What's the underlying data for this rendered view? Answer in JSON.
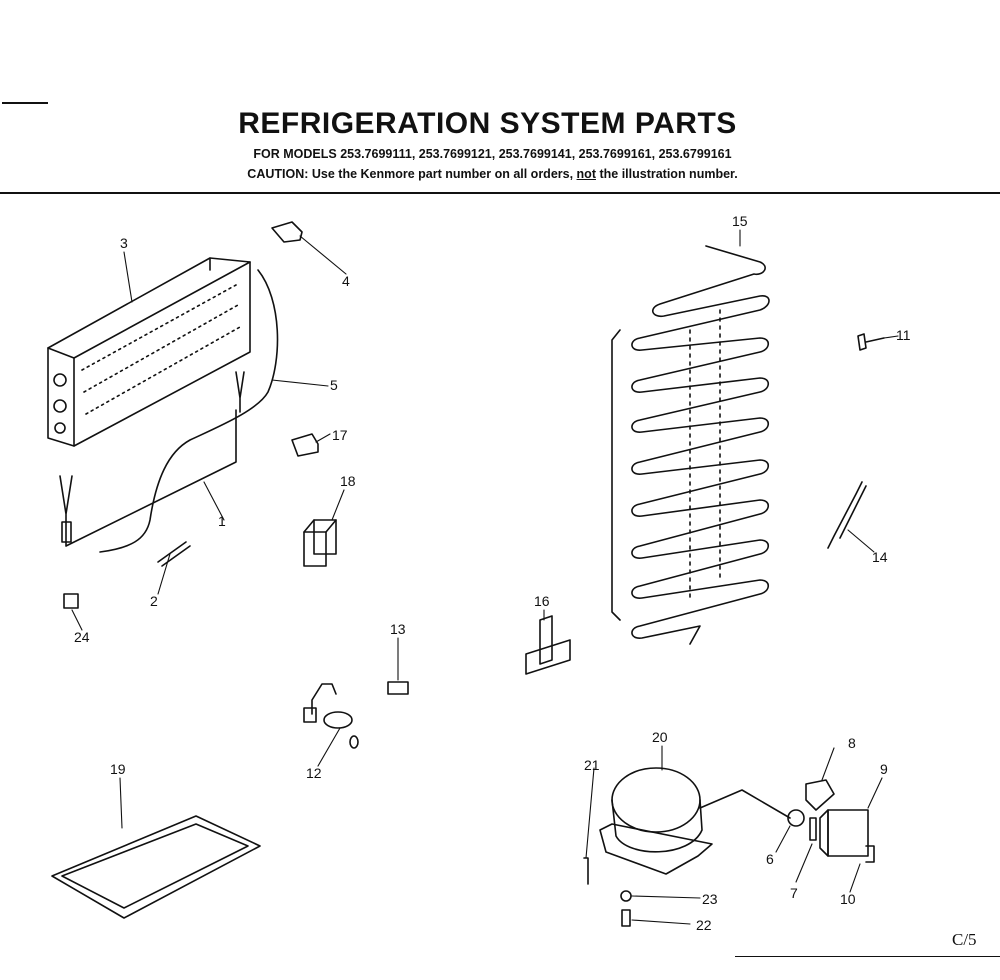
{
  "header": {
    "title": "REFRIGERATION SYSTEM PARTS",
    "models": "FOR MODELS 253.7699111, 253.7699121, 253.7699141, 253.7699161, 253.6799161",
    "caution_label": "CAUTION:",
    "caution_pre": "Use the Kenmore part number on all orders,",
    "caution_emph": "not",
    "caution_post": "the illustration number."
  },
  "page_code": "C/5",
  "callouts": [
    "3",
    "4",
    "5",
    "17",
    "1",
    "18",
    "2",
    "24",
    "13",
    "12",
    "19",
    "15",
    "11",
    "14",
    "16",
    "20",
    "21",
    "8",
    "9",
    "6",
    "7",
    "10",
    "23",
    "22"
  ],
  "colors": {
    "ink": "#111111",
    "paper": "#ffffff"
  }
}
